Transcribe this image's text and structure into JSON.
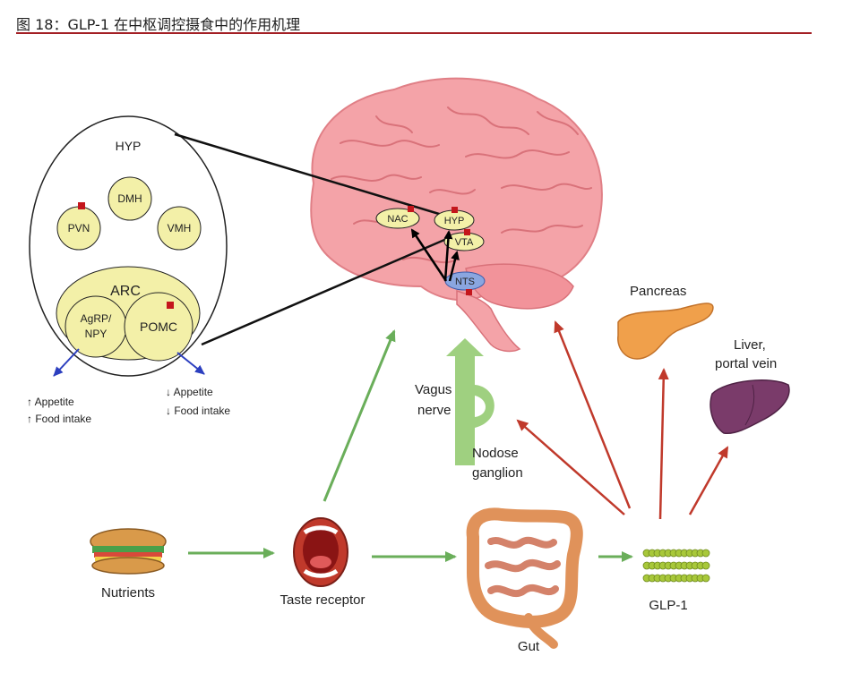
{
  "header": {
    "title": "图 18：GLP-1 在中枢调控摄食中的作用机理"
  },
  "hypothalamus": {
    "title": "HYP",
    "nuclei": {
      "dmh": "DMH",
      "pvn": "PVN",
      "vmh": "VMH"
    },
    "arc": {
      "title": "ARC",
      "agrp_line1": "AgRP/",
      "agrp_line2": "NPY",
      "pomc": "POMC"
    }
  },
  "brain_regions": {
    "nac": "NAC",
    "hyp": "HYP",
    "vta": "VTA",
    "nts": "NTS"
  },
  "outcomes": {
    "agrp_line1": "↑ Appetite",
    "agrp_line2": "↑ Food intake",
    "pomc_line1": "↓ Appetite",
    "pomc_line2": "↓ Food intake"
  },
  "labels": {
    "vagus_line1": "Vagus",
    "vagus_line2": "nerve",
    "nodose_line1": "Nodose",
    "nodose_line2": "ganglion",
    "pancreas": "Pancreas",
    "liver_line1": "Liver,",
    "liver_line2": "portal vein",
    "nutrients": "Nutrients",
    "taste": "Taste receptor",
    "gut": "Gut",
    "glp1": "GLP-1"
  },
  "colors": {
    "header_rule": "#a31f24",
    "brain": "#f4a3a8",
    "nucleus_fill": "#f3f0a8",
    "green_arrow": "#6aae5a",
    "red_arrow": "#c0392b",
    "blue_arrow": "#2c3fbf"
  }
}
